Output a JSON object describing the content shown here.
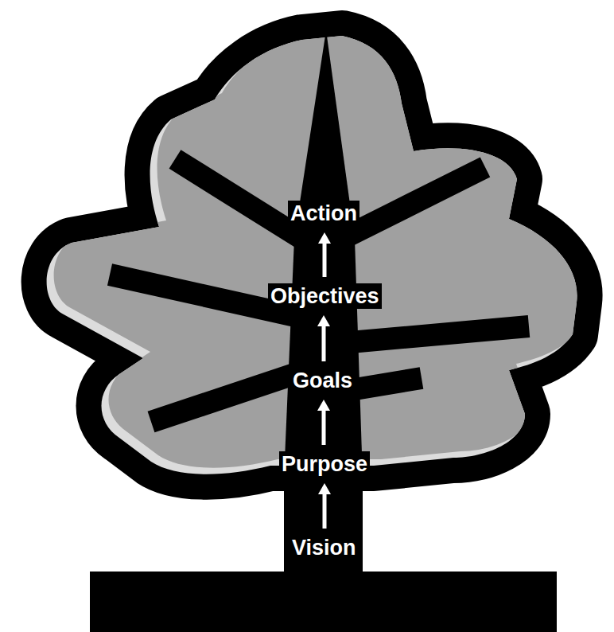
{
  "diagram": {
    "nodes": [
      {
        "text": [
          "Vision"
        ]
      },
      {
        "text": [
          "Purpose"
        ]
      },
      {
        "text": [
          "Goals"
        ]
      },
      {
        "text": [
          "Objectives"
        ]
      },
      {
        "text": [
          "Action"
        ]
      }
    ],
    "edges": [
      {
        "from": 0,
        "to": 1,
        "arrow": "to"
      },
      {
        "from": 1,
        "to": 2,
        "arrow": "to"
      },
      {
        "from": 2,
        "to": 3,
        "arrow": "to"
      },
      {
        "from": 3,
        "to": 4,
        "arrow": "to"
      }
    ]
  }
}
